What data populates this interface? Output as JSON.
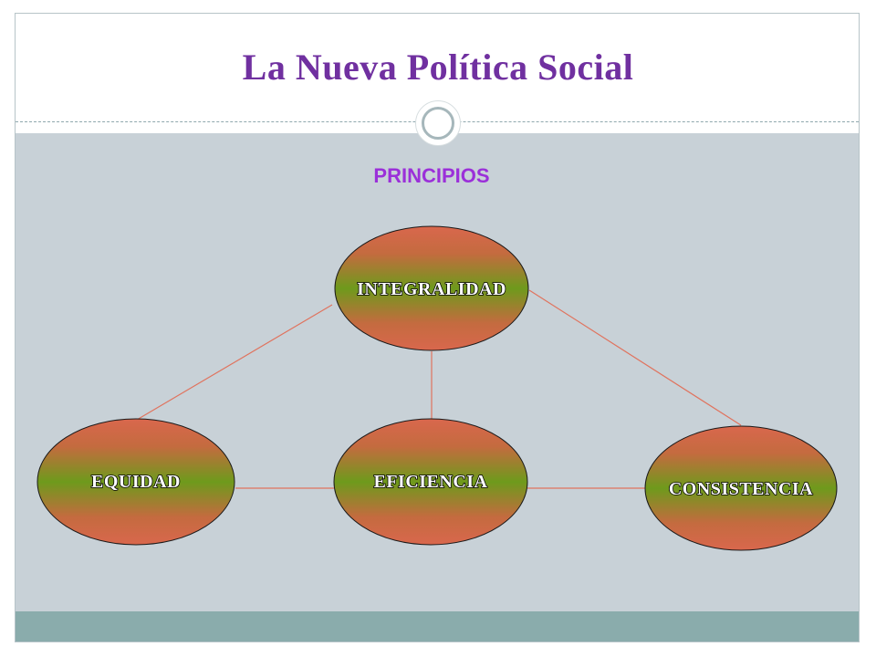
{
  "slide": {
    "title": "La Nueva Política Social",
    "subtitle": "PRINCIPIOS"
  },
  "diagram": {
    "nodes": [
      {
        "id": "integralidad",
        "label": "INTEGRALIDAD"
      },
      {
        "id": "equidad",
        "label": "EQUIDAD"
      },
      {
        "id": "eficiencia",
        "label": "EFICIENCIA"
      },
      {
        "id": "consistencia",
        "label": "CONSISTENCIA"
      }
    ],
    "connections": [
      [
        "integralidad",
        "equidad"
      ],
      [
        "integralidad",
        "eficiencia"
      ],
      [
        "integralidad",
        "consistencia"
      ],
      [
        "equidad",
        "eficiencia"
      ],
      [
        "eficiencia",
        "consistencia"
      ]
    ],
    "colors": {
      "node_outer": "#d9674d",
      "node_center": "#6e9a1c",
      "connector": "#e0735e",
      "title": "#7030a0",
      "subtitle": "#9b30d9"
    }
  }
}
